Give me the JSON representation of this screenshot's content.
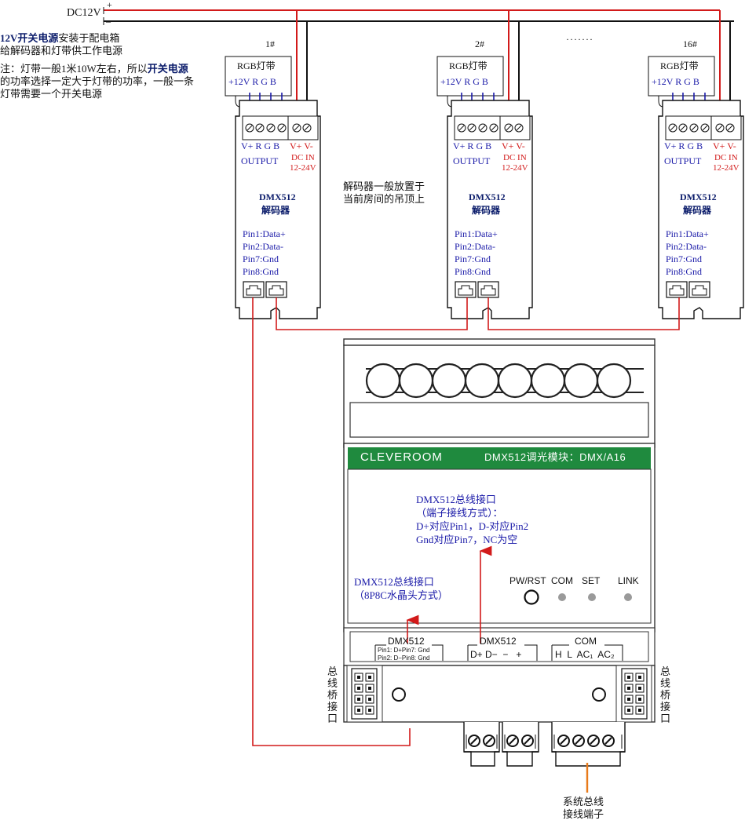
{
  "power": {
    "label": "DC12V",
    "plus": "+",
    "minus": "_",
    "note_line1_bold": "12V开关电源",
    "note_line1_rest": "安装于配电箱",
    "note_line2": "给解码器和灯带供工作电源",
    "note2_line1_a": "注：灯带一般1米10W左右，所以",
    "note2_line1_bold": "开关电源",
    "note2_line2": "的功率选择一定大于灯带的功率，一般一条",
    "note2_line3": "灯带需要一个开关电源"
  },
  "decoders": [
    {
      "number": "1#"
    },
    {
      "number": "2#"
    },
    {
      "number": "16#"
    }
  ],
  "dots": "·······",
  "decoder_common": {
    "rgb_label": "RGB灯带",
    "rgb_pins": "+12V R G B",
    "output_pins": "V+ R G B",
    "output_label": "OUTPUT",
    "dcin_pins": "V+ V-",
    "dcin_label": "DC IN",
    "dcin_range": "12-24V",
    "model": "DMX512",
    "type": "解码器",
    "pin1": "Pin1:Data+",
    "pin2": "Pin2:Data-",
    "pin7": "Pin7:Gnd",
    "pin8": "Pin8:Gnd"
  },
  "placement_note": {
    "line1": "解码器一般放置于",
    "line2": "当前房间的吊顶上"
  },
  "module": {
    "brand": "CLEVEROOM",
    "title": "DMX512调光模块：DMX/A16",
    "bus_note_line1": "DMX512总线接口",
    "bus_note_line2": "（端子接线方式）：",
    "bus_note_line3": "D+对应Pin1，D-对应Pin2",
    "bus_note_line4": "Gnd对应Pin7，NC为空",
    "rj_note_line1": "DMX512总线接口",
    "rj_note_line2": "（8P8C水晶头方式）",
    "indicators": [
      "PW/RST",
      "COM",
      "SET",
      "LINK"
    ],
    "port1_title": "DMX512",
    "port1_line1": "Pin1: D+Pin7: Gnd",
    "port1_line2": "Pin2: D−Pin8: Gnd",
    "port2_title": "DMX512",
    "port2_pins": "D+ D−  −   +",
    "port3_title": "COM",
    "port3_pins": "H  L  AC₁  AC₂",
    "bridge_left": [
      "总",
      "线",
      "桥",
      "接",
      "口"
    ],
    "bridge_right": [
      "总",
      "线",
      "桥",
      "接",
      "口"
    ],
    "terminal_note_line1": "系统总线",
    "terminal_note_line2": "接线端子"
  },
  "colors": {
    "red_wire": "#d21a1a",
    "black_wire": "#111111",
    "blue_wire": "#1a1aa8",
    "module_green": "#1f8a3e",
    "orange_arrow": "#e87a1a"
  }
}
